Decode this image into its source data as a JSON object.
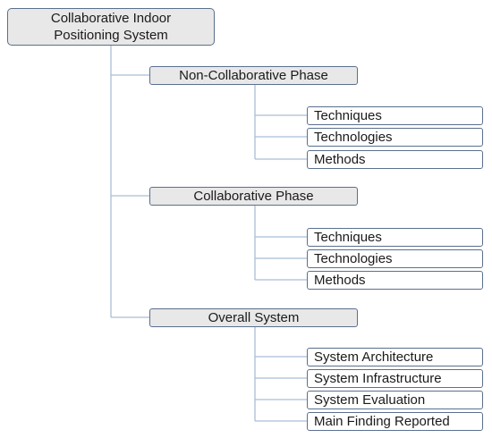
{
  "root": {
    "line1": "Collaborative Indoor",
    "line2": "Positioning System"
  },
  "phases": [
    {
      "label": "Non-Collaborative Phase",
      "children": [
        "Techniques",
        "Technologies",
        "Methods"
      ]
    },
    {
      "label": "Collaborative Phase",
      "children": [
        "Techniques",
        "Technologies",
        "Methods"
      ]
    },
    {
      "label": "Overall System",
      "children": [
        "System Architecture",
        "System Infrastructure",
        "System Evaluation",
        "Main Finding Reported"
      ]
    }
  ],
  "colors": {
    "node_fill": "#e8e8e8",
    "leaf_fill": "#ffffff",
    "node_border": "#5b6f8e",
    "connector": "#a9bed6"
  }
}
